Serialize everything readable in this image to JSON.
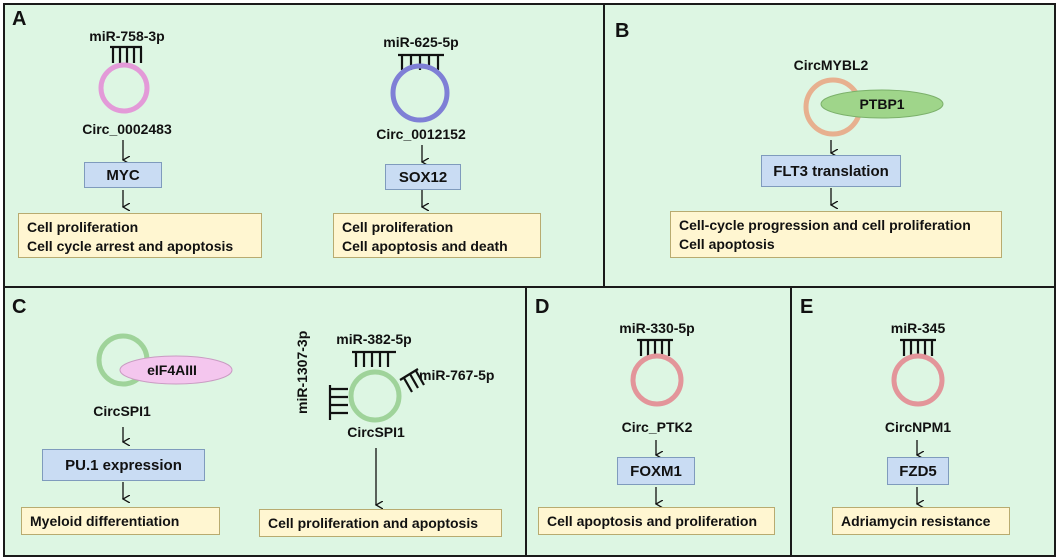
{
  "panelA": {
    "letter": "A",
    "left": {
      "mirna": "miR-758-3p",
      "circ": "Circ_0002483",
      "target": "MYC",
      "outcomes": [
        "Cell proliferation",
        "Cell cycle arrest and apoptosis"
      ]
    },
    "right": {
      "mirna": "miR-625-5p",
      "circ": "Circ_0012152",
      "target": "SOX12",
      "outcomes": [
        "Cell proliferation",
        "Cell apoptosis and death"
      ]
    }
  },
  "panelB": {
    "letter": "B",
    "circ": "CircMYBL2",
    "protein": "PTBP1",
    "target": "FLT3 translation",
    "outcomes": [
      "Cell-cycle progression and cell proliferation",
      "Cell apoptosis"
    ]
  },
  "panelC": {
    "letter": "C",
    "left": {
      "protein": "eIF4AIII",
      "circ": "CircSPI1",
      "target": "PU.1 expression",
      "outcome": "Myeloid differentiation"
    },
    "right": {
      "mirna_top": "miR-382-5p",
      "mirna_right": "miR-767-5p",
      "mirna_left": "miR-1307-3p",
      "circ": "CircSPI1",
      "outcome": "Cell proliferation and apoptosis"
    }
  },
  "panelD": {
    "letter": "D",
    "mirna": "miR-330-5p",
    "circ": "Circ_PTK2",
    "target": "FOXM1",
    "outcome": "Cell apoptosis and proliferation"
  },
  "panelE": {
    "letter": "E",
    "mirna": "miR-345",
    "circ": "CircNPM1",
    "target": "FZD5",
    "outcome": "Adriamycin resistance"
  },
  "colors": {
    "panel_bg": "#ddf6e3",
    "circle_pink": "#e39ad8",
    "circle_blue": "#7f7fd6",
    "circle_peach": "#e7b08f",
    "circle_green": "#9fd39a",
    "circle_salmon": "#e3959a",
    "box_blue": "#c9dcf3",
    "box_yellow": "#fff6d1",
    "oval_green": "#9fd58a",
    "oval_pink": "#f4c6ee"
  }
}
